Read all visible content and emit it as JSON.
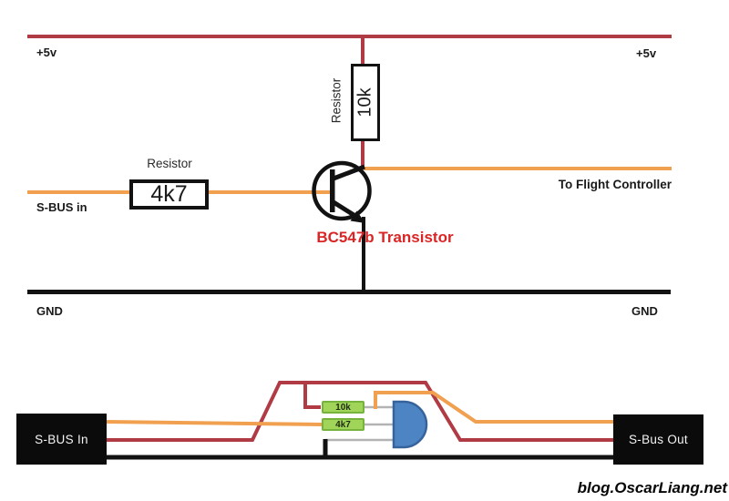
{
  "colors": {
    "wire_red": "#b13b45",
    "wire_orange": "#f0a04f",
    "wire_black": "#121212",
    "wire_gray": "#b3b3b3",
    "green_fill": "#a0d55a",
    "green_border": "#76b33d",
    "blue_fill": "#4d84c4",
    "blue_border": "#36639c",
    "label_red": "#d92525"
  },
  "schematic": {
    "plus5v_left": "+5v",
    "plus5v_right": "+5v",
    "resistor_caption_10k": "Resistor",
    "resistor_value_10k": "10k",
    "resistor_caption_4k7": "Resistor",
    "resistor_value_4k7": "4k7",
    "sbus_in": "S-BUS in",
    "to_flight_controller": "To Flight Controller",
    "transistor": "BC547b Transistor",
    "gnd_left": "GND",
    "gnd_right": "GND"
  },
  "wiring": {
    "sbus_in_box": "S-BUS In",
    "sbus_out_box": "S-Bus Out",
    "resistor_10k": "10k",
    "resistor_4k7": "4k7"
  },
  "watermark": "blog.OscarLiang.net"
}
